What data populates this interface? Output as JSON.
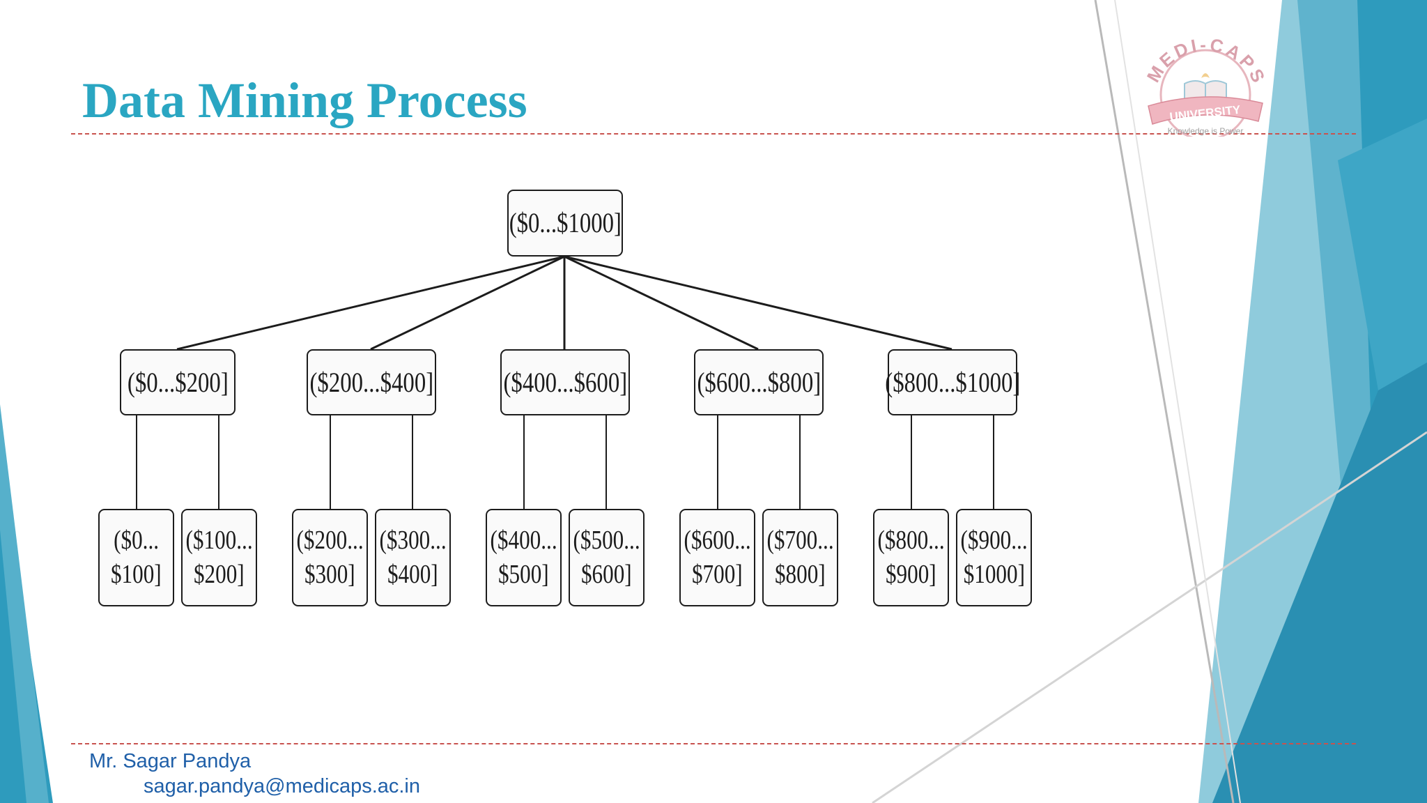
{
  "slide": {
    "title": "Data Mining Process",
    "footer": {
      "name": "Mr. Sagar Pandya",
      "email": "sagar.pandya@medicaps.ac.in"
    }
  },
  "logo": {
    "arc_text": "MEDI-CAPS",
    "ribbon_text": "UNIVERSITY",
    "tagline": "Knowledge is Power"
  },
  "colors": {
    "title": "#2aa6c2",
    "rule": "#c8524e",
    "footer_text": "#1f5fa8",
    "accent_teal": "#2e9bbd",
    "node_border": "#1c1c1c"
  },
  "tree": {
    "root": {
      "label": "($0...$1000]"
    },
    "children": [
      {
        "label": "($0...$200]",
        "children": [
          [
            "($0...",
            "$100]"
          ],
          [
            "($100...",
            "$200]"
          ]
        ]
      },
      {
        "label": "($200...$400]",
        "children": [
          [
            "($200...",
            "$300]"
          ],
          [
            "($300...",
            "$400]"
          ]
        ]
      },
      {
        "label": "($400...$600]",
        "children": [
          [
            "($400...",
            "$500]"
          ],
          [
            "($500...",
            "$600]"
          ]
        ]
      },
      {
        "label": "($600...$800]",
        "children": [
          [
            "($600...",
            "$700]"
          ],
          [
            "($700...",
            "$800]"
          ]
        ]
      },
      {
        "label": "($800...$1000]",
        "children": [
          [
            "($800...",
            "$900]"
          ],
          [
            "($900...",
            "$1000]"
          ]
        ]
      }
    ]
  }
}
